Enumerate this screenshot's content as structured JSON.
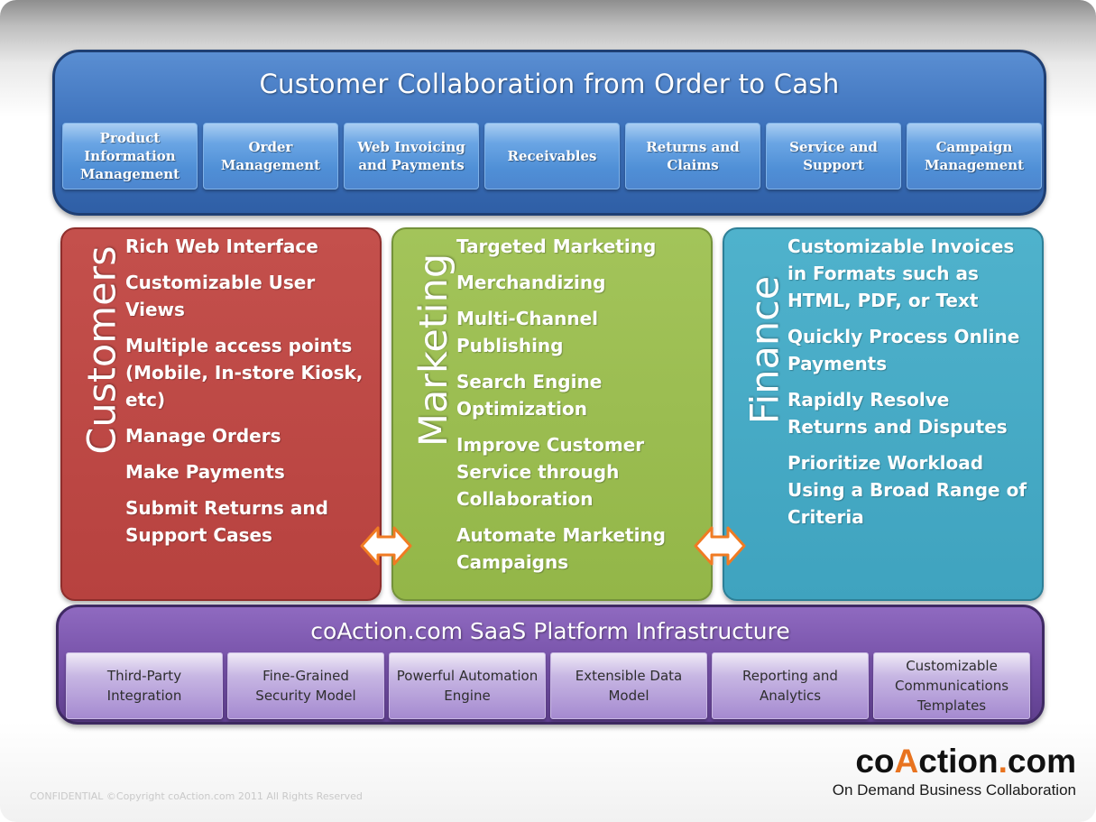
{
  "header": {
    "title": "Customer Collaboration from Order to Cash",
    "modules": [
      "Product Information Management",
      "Order Management",
      "Web Invoicing and Payments",
      "Receivables",
      "Returns and Claims",
      "Service and Support",
      "Campaign Management"
    ]
  },
  "columns": {
    "customers": {
      "label": "Customers",
      "color": "#c0504d",
      "items": [
        "Rich Web Interface",
        "Customizable User Views",
        "Multiple access points (Mobile, In-store Kiosk, etc)",
        "Manage Orders",
        "Make Payments",
        "Submit Returns and Support Cases"
      ]
    },
    "marketing": {
      "label": "Marketing",
      "color": "#9bbb59",
      "items": [
        "Targeted Marketing",
        "Merchandizing",
        "Multi-Channel Publishing",
        "Search Engine Optimization",
        "Improve Customer Service through Collaboration",
        "Automate Marketing Campaigns"
      ]
    },
    "finance": {
      "label": "Finance",
      "color": "#4bacc6",
      "items": [
        "Customizable Invoices in Formats such as HTML, PDF, or Text",
        "Quickly Process Online Payments",
        "Rapidly Resolve Returns and Disputes",
        "Prioritize Workload Using a Broad Range of Criteria"
      ]
    }
  },
  "platform": {
    "title": "coAction.com SaaS Platform Infrastructure",
    "components": [
      "Third-Party Integration",
      "Fine-Grained Security Model",
      "Powerful Automation Engine",
      "Extensible Data Model",
      "Reporting and Analytics",
      "Customizable Communications Templates"
    ]
  },
  "footer": {
    "confidential": "CONFIDENTIAL ©Copyright coAction.com 2011 All Rights Reserved",
    "brand_prefix": "co",
    "brand_accent": "A",
    "brand_rest": "ction",
    "brand_dot": ".",
    "brand_suffix": "com",
    "tagline": "On Demand Business Collaboration",
    "accent_color": "#e8731f"
  }
}
